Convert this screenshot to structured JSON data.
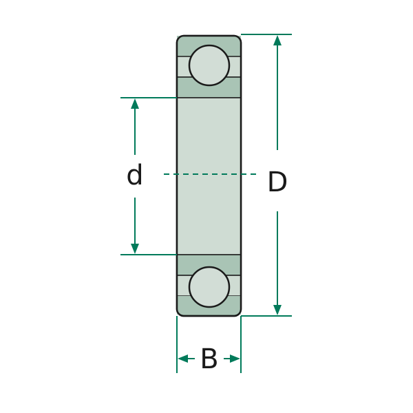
{
  "diagram": {
    "labels": {
      "bore": "d",
      "outer_diameter": "D",
      "width": "B"
    },
    "colors": {
      "dimension_line": "#007a5a",
      "ring_fill": "#a9c4b5",
      "ring_inner_fill": "#cfdcd3",
      "ball_fill": "#d2ddd6",
      "outline": "#1a1a1a",
      "background": "#ffffff"
    }
  }
}
